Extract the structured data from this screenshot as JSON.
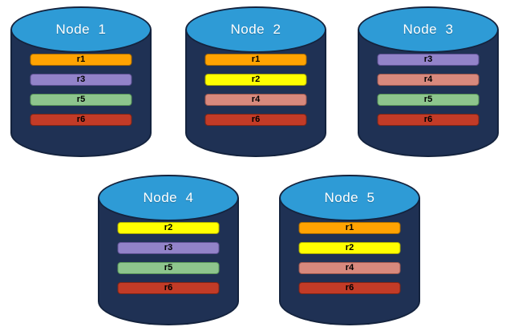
{
  "diagram": {
    "description": "Five database nodes with replicated partitions r1-r6",
    "colors": {
      "background": "#FFFFFF",
      "cylinder_body": "#1F3154",
      "cylinder_outline": "#14233E",
      "cylinder_top": "#2E9BD6",
      "node_label": "#FFFFFF",
      "bar_label": "#000000",
      "r1": "#FFA302",
      "r2": "#FFFF00",
      "r3": "#9283C9",
      "r4": "#D8897D",
      "r5": "#8DC58D",
      "r6": "#C23B27"
    },
    "nodes": [
      {
        "label": "Node  1",
        "bars": [
          {
            "label": "r1",
            "fill": "#FFA302",
            "border": "#A86B00"
          },
          {
            "label": "r3",
            "fill": "#9283C9",
            "border": "#5F5194"
          },
          {
            "label": "r5",
            "fill": "#8DC58D",
            "border": "#589558"
          },
          {
            "label": "r6",
            "fill": "#C23B27",
            "border": "#7E2517"
          }
        ]
      },
      {
        "label": "Node  2",
        "bars": [
          {
            "label": "r1",
            "fill": "#FFA302",
            "border": "#A86B00"
          },
          {
            "label": "r2",
            "fill": "#FFFF00",
            "border": "#A8A800"
          },
          {
            "label": "r4",
            "fill": "#D8897D",
            "border": "#9E584E"
          },
          {
            "label": "r6",
            "fill": "#C23B27",
            "border": "#7E2517"
          }
        ]
      },
      {
        "label": "Node  3",
        "bars": [
          {
            "label": "r3",
            "fill": "#9283C9",
            "border": "#5F5194"
          },
          {
            "label": "r4",
            "fill": "#D8897D",
            "border": "#9E584E"
          },
          {
            "label": "r5",
            "fill": "#8DC58D",
            "border": "#589558"
          },
          {
            "label": "r6",
            "fill": "#C23B27",
            "border": "#7E2517"
          }
        ]
      },
      {
        "label": "Node  4",
        "bars": [
          {
            "label": "r2",
            "fill": "#FFFF00",
            "border": "#A8A800"
          },
          {
            "label": "r3",
            "fill": "#9283C9",
            "border": "#5F5194"
          },
          {
            "label": "r5",
            "fill": "#8DC58D",
            "border": "#589558"
          },
          {
            "label": "r6",
            "fill": "#C23B27",
            "border": "#7E2517"
          }
        ]
      },
      {
        "label": "Node  5",
        "bars": [
          {
            "label": "r1",
            "fill": "#FFA302",
            "border": "#A86B00"
          },
          {
            "label": "r2",
            "fill": "#FFFF00",
            "border": "#A8A800"
          },
          {
            "label": "r4",
            "fill": "#D8897D",
            "border": "#9E584E"
          },
          {
            "label": "r6",
            "fill": "#C23B27",
            "border": "#7E2517"
          }
        ]
      }
    ]
  }
}
